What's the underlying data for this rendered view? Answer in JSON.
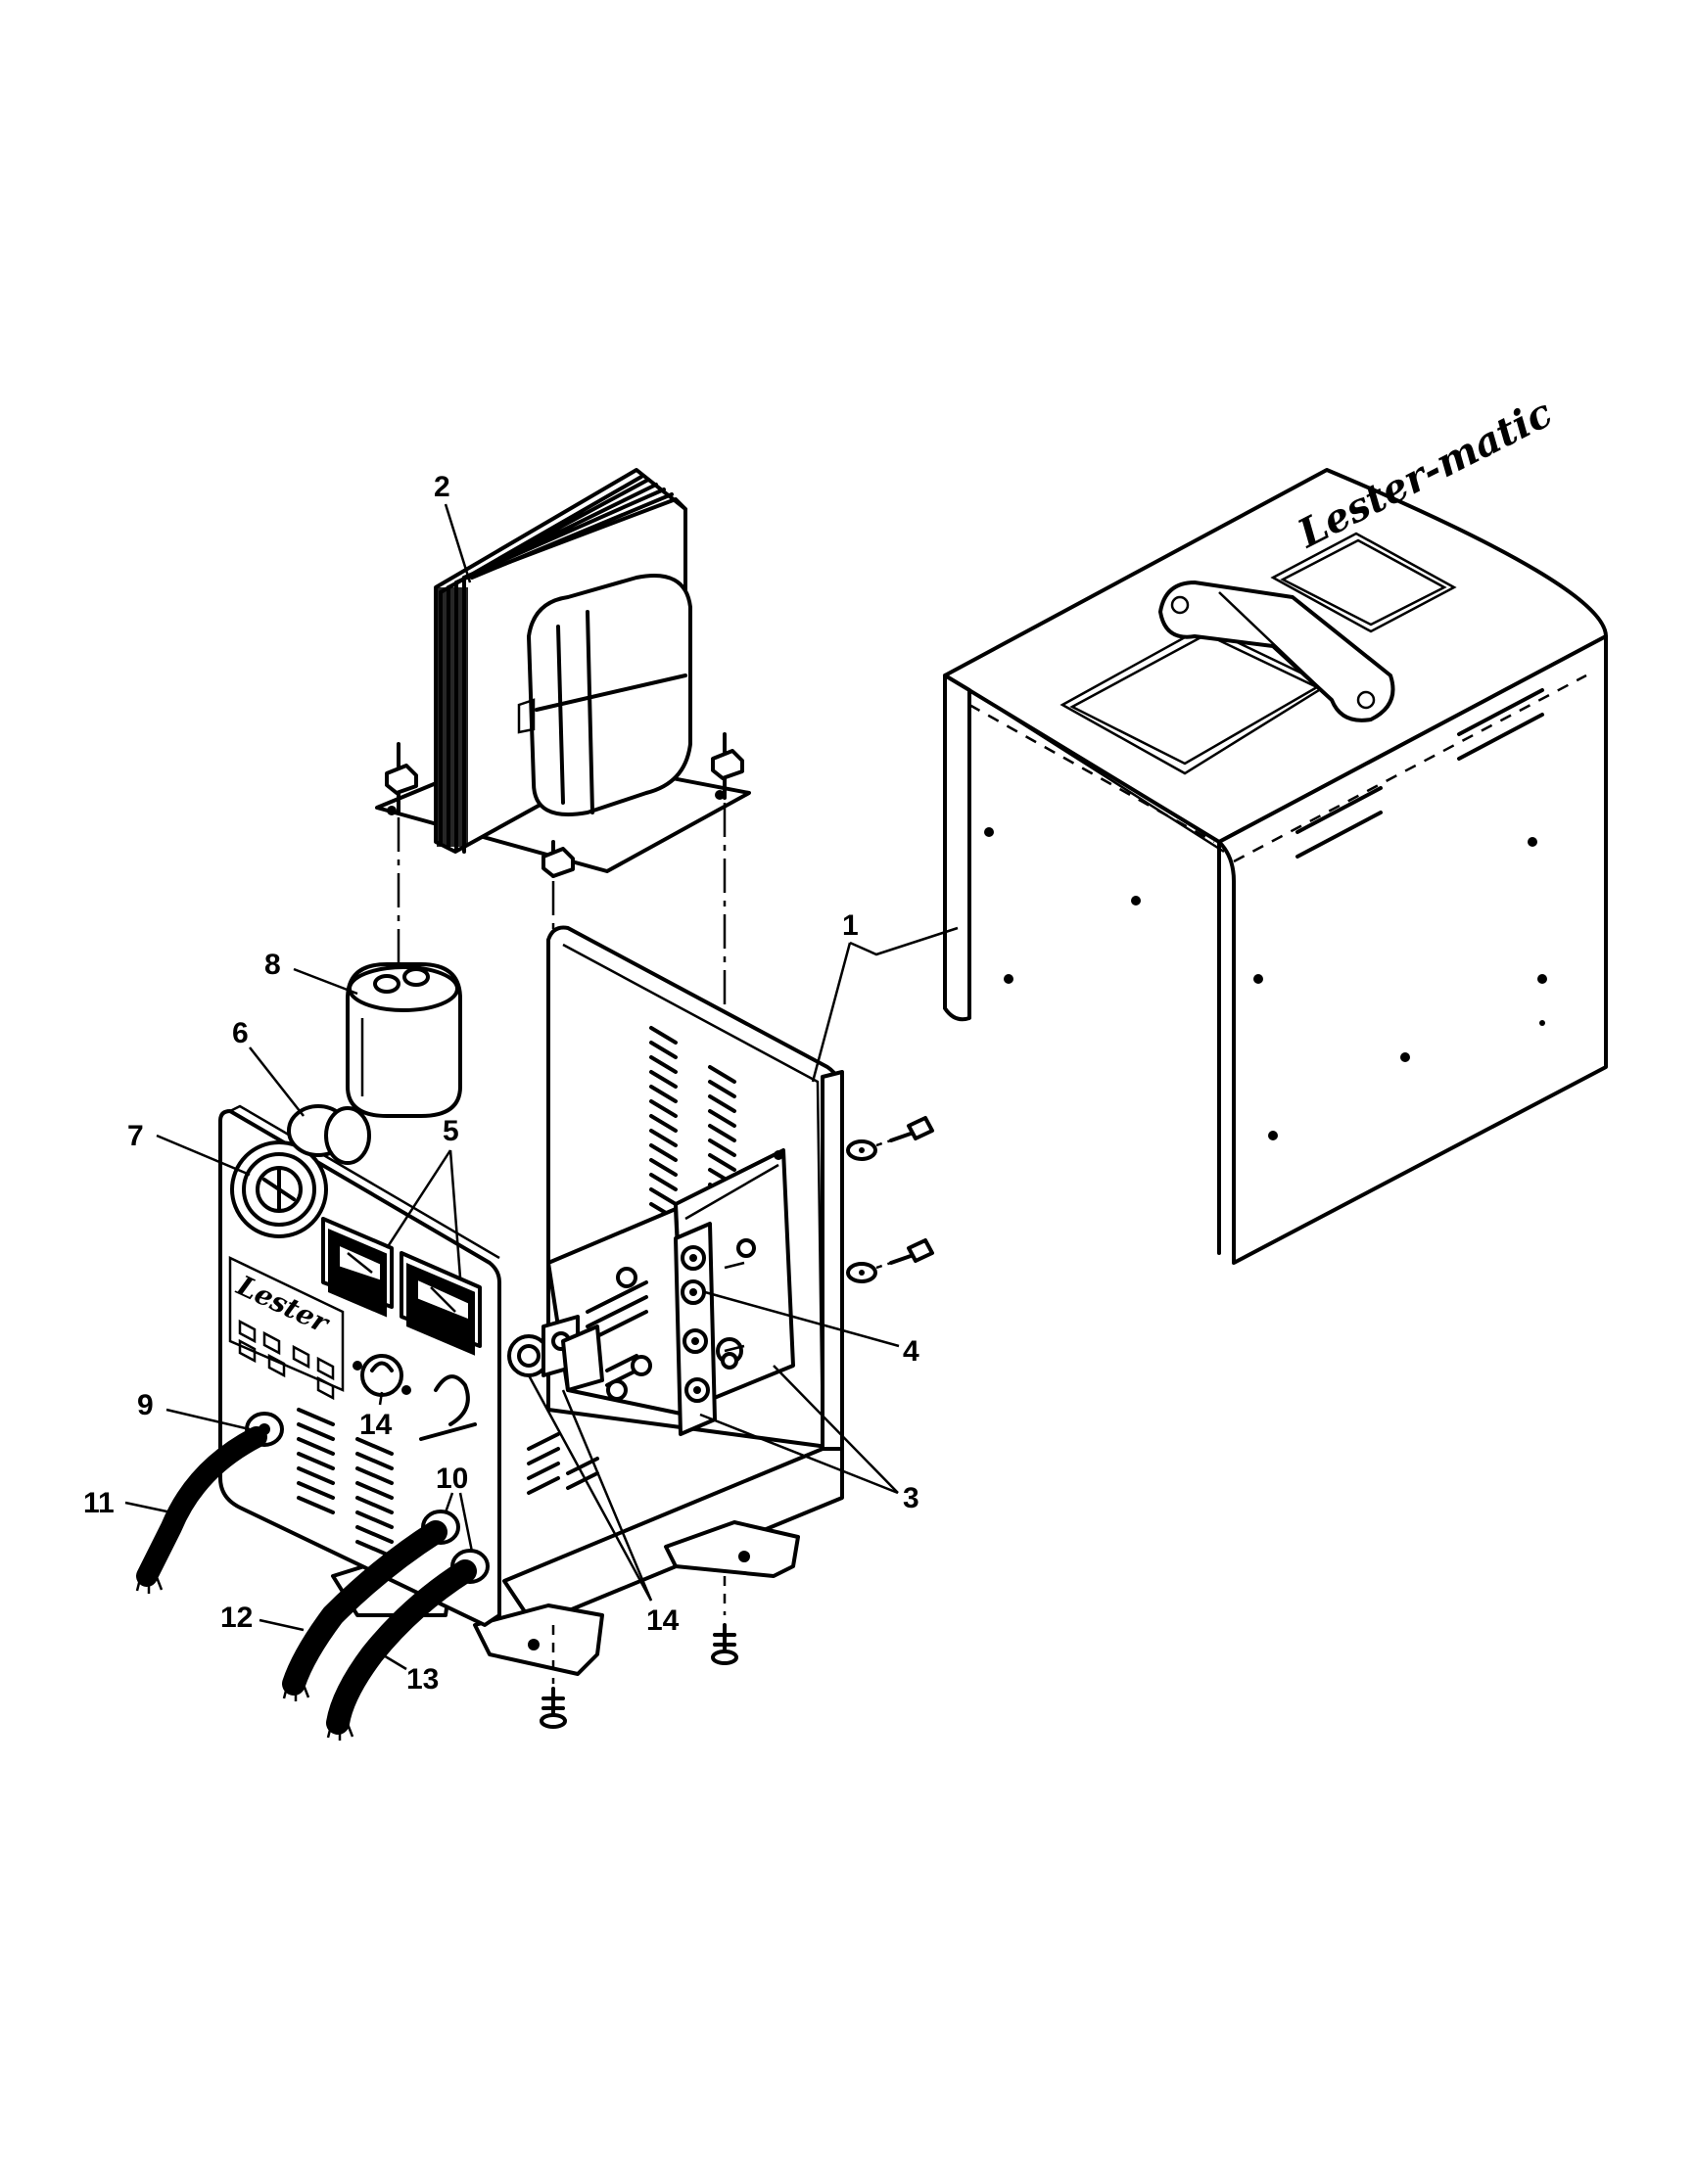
{
  "brand": {
    "cover_logo": "Lester-matic",
    "panel_logo": "Lester"
  },
  "callouts": [
    {
      "id": "1",
      "part": "cabinet-cover"
    },
    {
      "id": "2",
      "part": "transformer"
    },
    {
      "id": "3",
      "part": "diode-heat-sink-assembly"
    },
    {
      "id": "4",
      "part": "terminal-board"
    },
    {
      "id": "5",
      "part": "meters"
    },
    {
      "id": "6",
      "part": "timer-mechanism"
    },
    {
      "id": "7",
      "part": "timer-knob"
    },
    {
      "id": "8",
      "part": "capacitor"
    },
    {
      "id": "9",
      "part": "ac-cord-strain-relief"
    },
    {
      "id": "10",
      "part": "dc-cord-strain-relief"
    },
    {
      "id": "11",
      "part": "ac-cord"
    },
    {
      "id": "12",
      "part": "dc-cord-positive"
    },
    {
      "id": "13",
      "part": "dc-cord-negative"
    },
    {
      "id": "14",
      "part": "fuse-holder"
    },
    {
      "id": "14",
      "part": "fuse-holder-rear"
    }
  ]
}
